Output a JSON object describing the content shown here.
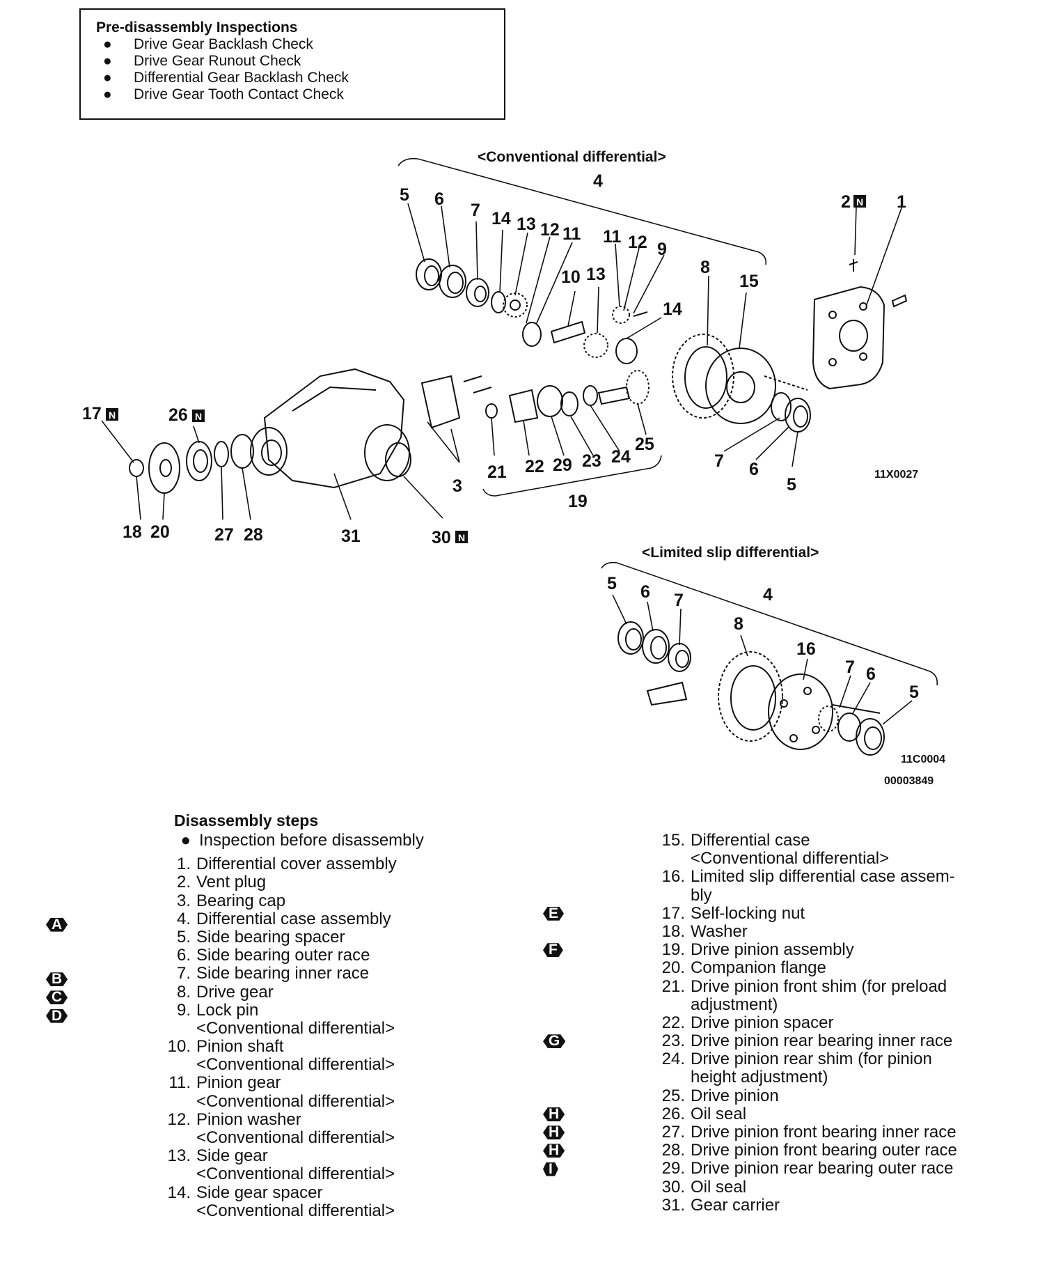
{
  "inspections": {
    "title": "Pre-disassembly Inspections",
    "items": [
      "Drive Gear Backlash Check",
      "Drive Gear Runout Check",
      "Differential Gear Backlash Check",
      "Drive Gear Tooth Contact Check"
    ]
  },
  "diagram": {
    "conventional_heading": "<Conventional differential>",
    "limited_heading": "<Limited slip differential>",
    "code1": "11X0027",
    "code2": "11C0004",
    "code3": "00003849",
    "n_mark": "N"
  },
  "steps": {
    "title": "Disassembly steps",
    "inspection": "Inspection before disassembly",
    "left": [
      {
        "n": "1.",
        "t": "Differential cover assembly"
      },
      {
        "n": "2.",
        "t": "Vent plug"
      },
      {
        "n": "3.",
        "t": "Bearing cap"
      },
      {
        "n": "4.",
        "t": "Differential case assembly",
        "m": "A"
      },
      {
        "n": "5.",
        "t": "Side bearing spacer"
      },
      {
        "n": "6.",
        "t": "Side bearing outer race"
      },
      {
        "n": "7.",
        "t": "Side bearing inner race",
        "m": "B"
      },
      {
        "n": "8.",
        "t": "Drive gear",
        "m": "C"
      },
      {
        "n": "9.",
        "t": "Lock pin",
        "m": "D"
      },
      {
        "n": "",
        "t": "<Conventional differential>"
      },
      {
        "n": "10.",
        "t": "Pinion shaft"
      },
      {
        "n": "",
        "t": "<Conventional differential>"
      },
      {
        "n": "11.",
        "t": "Pinion gear"
      },
      {
        "n": "",
        "t": "<Conventional differential>"
      },
      {
        "n": "12.",
        "t": "Pinion washer"
      },
      {
        "n": "",
        "t": "<Conventional differential>"
      },
      {
        "n": "13.",
        "t": "Side gear"
      },
      {
        "n": "",
        "t": "<Conventional differential>"
      },
      {
        "n": "14.",
        "t": "Side gear spacer"
      },
      {
        "n": "",
        "t": "<Conventional differential>"
      }
    ],
    "right": [
      {
        "n": "15.",
        "t": "Differential case"
      },
      {
        "n": "",
        "t": "<Conventional differential>"
      },
      {
        "n": "16.",
        "t": "Limited slip differential case assem-"
      },
      {
        "n": "",
        "t": "bly"
      },
      {
        "n": "17.",
        "t": "Self-locking nut",
        "m": "E"
      },
      {
        "n": "18.",
        "t": "Washer"
      },
      {
        "n": "19.",
        "t": "Drive pinion assembly",
        "m": "F"
      },
      {
        "n": "20.",
        "t": "Companion flange"
      },
      {
        "n": "21.",
        "t": "Drive pinion front shim (for preload"
      },
      {
        "n": "",
        "t": "adjustment)"
      },
      {
        "n": "22.",
        "t": "Drive pinion spacer"
      },
      {
        "n": "23.",
        "t": "Drive pinion rear bearing inner race",
        "m": "G"
      },
      {
        "n": "24.",
        "t": "Drive pinion rear shim (for pinion"
      },
      {
        "n": "",
        "t": "height adjustment)"
      },
      {
        "n": "25.",
        "t": "Drive pinion"
      },
      {
        "n": "26.",
        "t": "Oil seal",
        "m": "H"
      },
      {
        "n": "27.",
        "t": "Drive pinion front bearing inner race",
        "m": "H"
      },
      {
        "n": "28.",
        "t": "Drive pinion front bearing outer race",
        "m": "H"
      },
      {
        "n": "29.",
        "t": "Drive pinion rear bearing outer race",
        "m": "I"
      },
      {
        "n": "30.",
        "t": "Oil seal"
      },
      {
        "n": "31.",
        "t": "Gear carrier"
      }
    ]
  }
}
